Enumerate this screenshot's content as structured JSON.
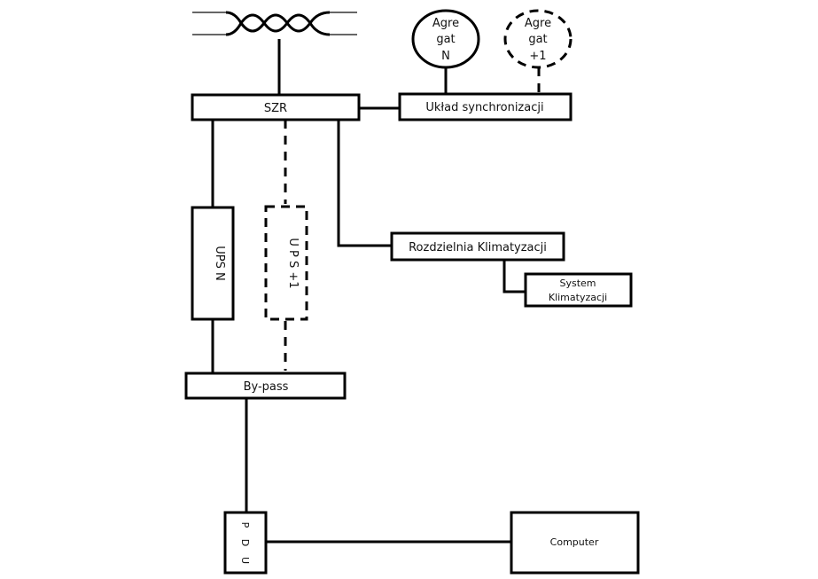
{
  "diagram": {
    "nodes": {
      "grid_transformer": {
        "type": "transformer-symbol"
      },
      "szr": {
        "label": "SZR",
        "style": "solid"
      },
      "generator_n": {
        "lines": [
          "Agre",
          "gat",
          "N"
        ],
        "style": "solid"
      },
      "generator_n1": {
        "lines": [
          "Agre",
          "gat",
          "+1"
        ],
        "style": "dashed"
      },
      "sync_unit": {
        "label": "Układ synchronizacji",
        "style": "solid"
      },
      "ups_n": {
        "label": "UPS N",
        "style": "solid"
      },
      "ups_n1": {
        "label": "U P S +1",
        "style": "dashed"
      },
      "hvac_switchboard": {
        "label": "Rozdzielnia Klimatyzacji",
        "style": "solid"
      },
      "hvac_system": {
        "lines": [
          "System",
          "Klimatyzacji"
        ],
        "style": "solid"
      },
      "bypass": {
        "label": "By-pass",
        "style": "solid"
      },
      "pdu": {
        "letters": [
          "P",
          "D",
          "U"
        ],
        "style": "solid"
      },
      "computer": {
        "label": "Computer",
        "style": "solid"
      }
    },
    "connections": [
      {
        "from": "grid_transformer",
        "to": "szr",
        "style": "solid"
      },
      {
        "from": "szr",
        "to": "sync_unit",
        "style": "solid"
      },
      {
        "from": "generator_n",
        "to": "sync_unit",
        "style": "solid"
      },
      {
        "from": "generator_n1",
        "to": "sync_unit",
        "style": "dashed"
      },
      {
        "from": "szr",
        "to": "ups_n",
        "style": "solid"
      },
      {
        "from": "szr",
        "to": "ups_n1",
        "style": "dashed"
      },
      {
        "from": "szr",
        "to": "hvac_switchboard",
        "style": "solid"
      },
      {
        "from": "hvac_switchboard",
        "to": "hvac_system",
        "style": "solid"
      },
      {
        "from": "ups_n",
        "to": "bypass",
        "style": "solid"
      },
      {
        "from": "ups_n1",
        "to": "bypass",
        "style": "dashed"
      },
      {
        "from": "bypass",
        "to": "pdu",
        "style": "solid"
      },
      {
        "from": "pdu",
        "to": "computer",
        "style": "solid"
      }
    ]
  }
}
